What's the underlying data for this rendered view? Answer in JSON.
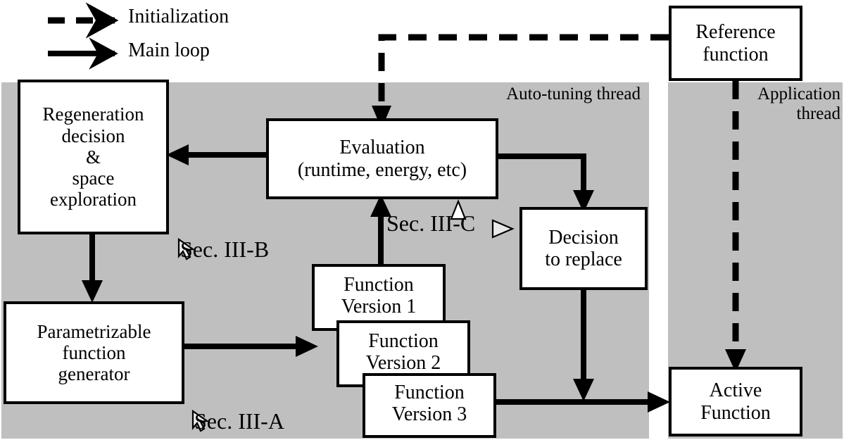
{
  "diagram": {
    "title": "Auto-tuning framework flow diagram",
    "colors": {
      "panel_gray": "#bfbfbf",
      "box_fill": "#ffffff",
      "stroke": "#000000",
      "page_bg": "#ffffff"
    },
    "legend": {
      "items": [
        {
          "label": "Initialization",
          "style": "dashed-arrow",
          "icon": "dashed-arrow-icon"
        },
        {
          "label": "Main loop",
          "style": "solid-arrow",
          "icon": "solid-arrow-icon"
        }
      ]
    },
    "panels": [
      {
        "id": "auto-tuning",
        "label": "Auto-tuning thread"
      },
      {
        "id": "application",
        "label": "Application\nthread",
        "label_line1": "Application",
        "label_line2": "thread"
      }
    ],
    "boxes": [
      {
        "id": "regeneration",
        "lines": [
          "Regeneration",
          "decision",
          "&",
          "space",
          "exploration"
        ]
      },
      {
        "id": "parametrizable-generator",
        "lines": [
          "Parametrizable",
          "function",
          "generator"
        ]
      },
      {
        "id": "evaluation",
        "lines": [
          "Evaluation",
          "(runtime, energy, etc)"
        ]
      },
      {
        "id": "function-version-1",
        "lines": [
          "Function",
          "Version 1"
        ]
      },
      {
        "id": "function-version-2",
        "lines": [
          "Function",
          "Version 2"
        ]
      },
      {
        "id": "function-version-3",
        "lines": [
          "Function",
          "Version 3"
        ]
      },
      {
        "id": "decision-to-replace",
        "lines": [
          "Decision",
          "to replace"
        ]
      },
      {
        "id": "reference-function",
        "lines": [
          "Reference",
          "function"
        ]
      },
      {
        "id": "active-function",
        "lines": [
          "Active",
          "Function"
        ]
      }
    ],
    "section_labels": [
      {
        "id": "sec-iii-a",
        "text": "Sec. III-A"
      },
      {
        "id": "sec-iii-b",
        "text": "Sec. III-B"
      },
      {
        "id": "sec-iii-c",
        "text": "Sec. III-C"
      }
    ],
    "edges": [
      {
        "from": "reference-function",
        "to": "evaluation",
        "style": "dashed"
      },
      {
        "from": "reference-function",
        "to": "active-function",
        "style": "dashed"
      },
      {
        "from": "evaluation",
        "to": "regeneration",
        "style": "solid"
      },
      {
        "from": "regeneration",
        "to": "parametrizable-generator",
        "style": "solid"
      },
      {
        "from": "parametrizable-generator",
        "to": "function-versions",
        "style": "solid"
      },
      {
        "from": "function-version-1",
        "to": "evaluation",
        "style": "solid"
      },
      {
        "from": "evaluation",
        "to": "decision-to-replace",
        "style": "solid"
      },
      {
        "from": "decision-to-replace",
        "to": "active-function",
        "style": "solid"
      },
      {
        "from": "function-version-3",
        "to": "active-function",
        "style": "solid"
      }
    ]
  }
}
